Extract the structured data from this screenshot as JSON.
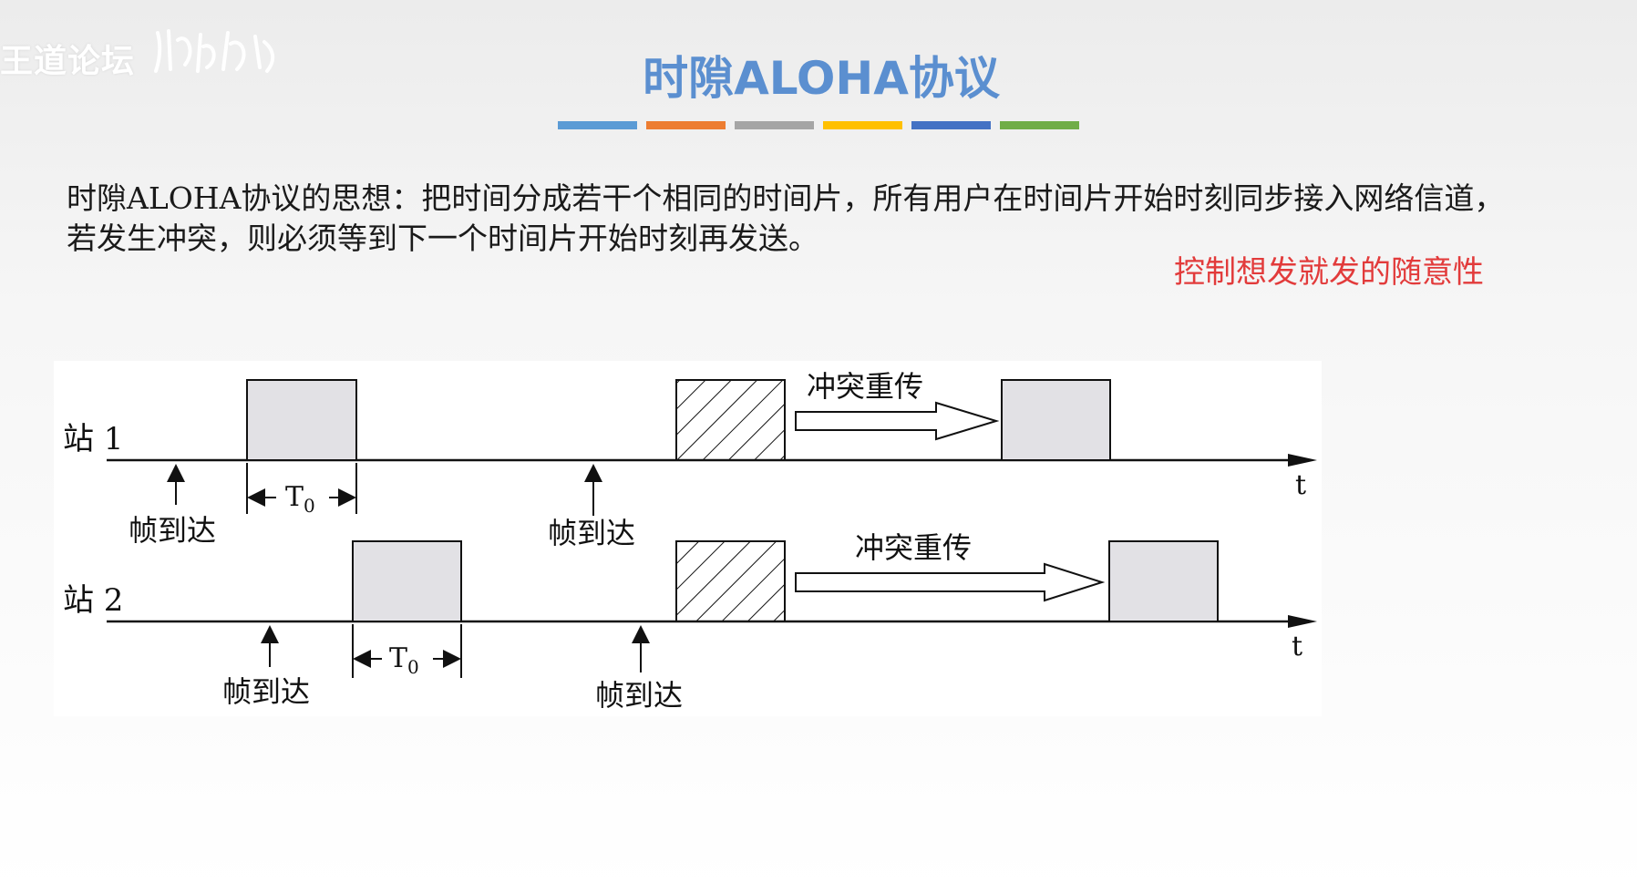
{
  "watermark": {
    "text": "王道论坛"
  },
  "slide": {
    "title": "时隙ALOHA协议",
    "title_color": "#5b8fd0",
    "color_bar": [
      "#5b9bd5",
      "#ed7d31",
      "#a5a5a5",
      "#ffc000",
      "#4472c4",
      "#70ad47"
    ],
    "description_lines": [
      "时隙ALOHA协议的思想：把时间分成若干个相同的时间片，所有用户在时间片开始时刻同步接入网络信道，",
      "若发生冲突，则必须等到下一个时间片开始时刻再发送。"
    ],
    "annotation": "控制想发就发的随意性",
    "annotation_color": "#e23b3b"
  },
  "diagram": {
    "stations": [
      {
        "label": "站 1",
        "time_label": "t",
        "arrivals": [
          "帧到达",
          "帧到达"
        ],
        "slot_label_main": "T",
        "slot_label_sub": "0",
        "retransmit_label": "冲突重传"
      },
      {
        "label": "站 2",
        "time_label": "t",
        "arrivals": [
          "帧到达",
          "帧到达"
        ],
        "slot_label_main": "T",
        "slot_label_sub": "0",
        "retransmit_label": "冲突重传"
      }
    ],
    "frame_fill": "#e2e1e5"
  }
}
